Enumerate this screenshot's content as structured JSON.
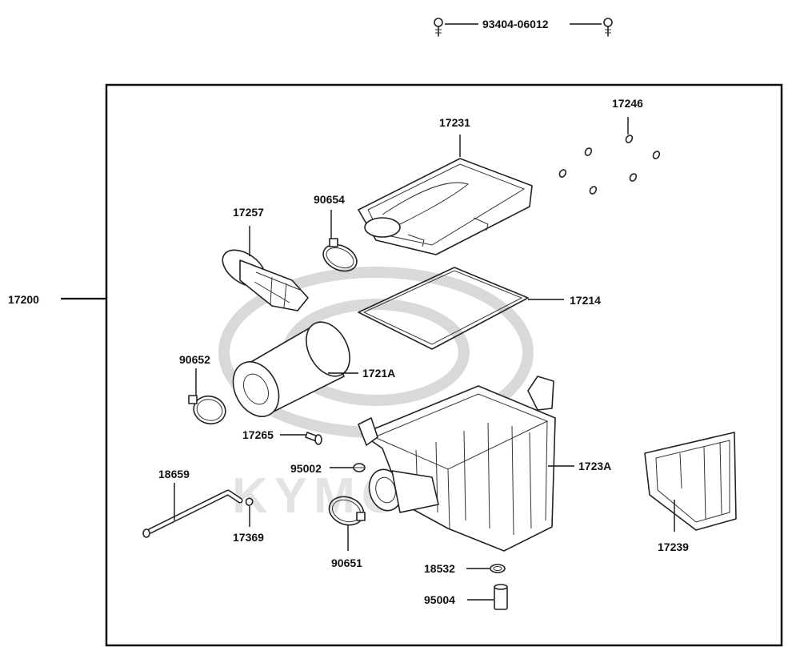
{
  "diagram": {
    "assembly_number": "17200",
    "screw_number": "93404-06012",
    "watermark_text": "KYMCO",
    "parts": [
      {
        "id": "17231"
      },
      {
        "id": "17246"
      },
      {
        "id": "17257"
      },
      {
        "id": "90654"
      },
      {
        "id": "17214"
      },
      {
        "id": "90652"
      },
      {
        "id": "1721A"
      },
      {
        "id": "17265"
      },
      {
        "id": "95002"
      },
      {
        "id": "1723A"
      },
      {
        "id": "18659"
      },
      {
        "id": "90651"
      },
      {
        "id": "17369"
      },
      {
        "id": "18532"
      },
      {
        "id": "95004"
      },
      {
        "id": "17239"
      }
    ]
  }
}
